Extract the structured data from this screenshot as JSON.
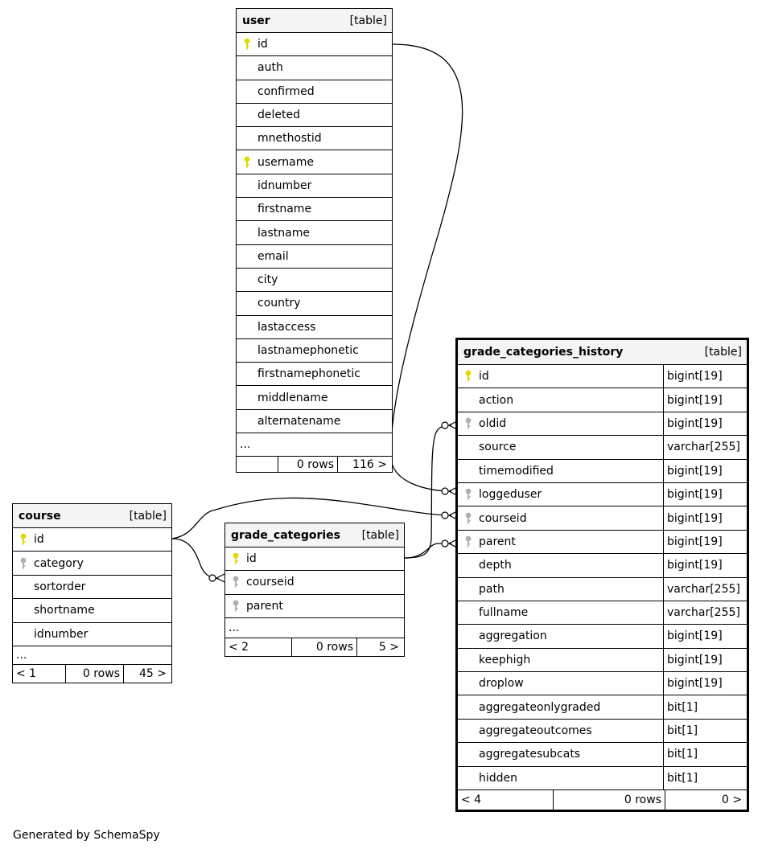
{
  "caption": "Generated by SchemaSpy",
  "colors": {
    "primary_key": "#e0d800",
    "foreign_key": "#b0b0b0",
    "header_bg": "#f4f4f4",
    "line": "#000000"
  },
  "tables": {
    "user": {
      "name": "user",
      "tag": "[table]",
      "columns": [
        {
          "name": "id",
          "key": "pk"
        },
        {
          "name": "auth",
          "key": ""
        },
        {
          "name": "confirmed",
          "key": ""
        },
        {
          "name": "deleted",
          "key": ""
        },
        {
          "name": "mnethostid",
          "key": ""
        },
        {
          "name": "username",
          "key": "pk"
        },
        {
          "name": "idnumber",
          "key": ""
        },
        {
          "name": "firstname",
          "key": ""
        },
        {
          "name": "lastname",
          "key": ""
        },
        {
          "name": "email",
          "key": ""
        },
        {
          "name": "city",
          "key": ""
        },
        {
          "name": "country",
          "key": ""
        },
        {
          "name": "lastaccess",
          "key": ""
        },
        {
          "name": "lastnamephonetic",
          "key": ""
        },
        {
          "name": "firstnamephonetic",
          "key": ""
        },
        {
          "name": "middlename",
          "key": ""
        },
        {
          "name": "alternatename",
          "key": ""
        }
      ],
      "ellipsis": "...",
      "footer": {
        "parents": "",
        "rows": "0 rows",
        "children": "116 >"
      }
    },
    "course": {
      "name": "course",
      "tag": "[table]",
      "columns": [
        {
          "name": "id",
          "key": "pk"
        },
        {
          "name": "category",
          "key": "fk"
        },
        {
          "name": "sortorder",
          "key": ""
        },
        {
          "name": "shortname",
          "key": ""
        },
        {
          "name": "idnumber",
          "key": ""
        }
      ],
      "ellipsis": "...",
      "footer": {
        "parents": "< 1",
        "rows": "0 rows",
        "children": "45 >"
      }
    },
    "grade_categories": {
      "name": "grade_categories",
      "tag": "[table]",
      "columns": [
        {
          "name": "id",
          "key": "pk"
        },
        {
          "name": "courseid",
          "key": "fk"
        },
        {
          "name": "parent",
          "key": "fk"
        }
      ],
      "ellipsis": "...",
      "footer": {
        "parents": "< 2",
        "rows": "0 rows",
        "children": "5 >"
      }
    },
    "grade_categories_history": {
      "name": "grade_categories_history",
      "tag": "[table]",
      "columns": [
        {
          "name": "id",
          "type": "bigint[19]",
          "key": "pk"
        },
        {
          "name": "action",
          "type": "bigint[19]",
          "key": ""
        },
        {
          "name": "oldid",
          "type": "bigint[19]",
          "key": "fk"
        },
        {
          "name": "source",
          "type": "varchar[255]",
          "key": ""
        },
        {
          "name": "timemodified",
          "type": "bigint[19]",
          "key": ""
        },
        {
          "name": "loggeduser",
          "type": "bigint[19]",
          "key": "fk"
        },
        {
          "name": "courseid",
          "type": "bigint[19]",
          "key": "fk"
        },
        {
          "name": "parent",
          "type": "bigint[19]",
          "key": "fk"
        },
        {
          "name": "depth",
          "type": "bigint[19]",
          "key": ""
        },
        {
          "name": "path",
          "type": "varchar[255]",
          "key": ""
        },
        {
          "name": "fullname",
          "type": "varchar[255]",
          "key": ""
        },
        {
          "name": "aggregation",
          "type": "bigint[19]",
          "key": ""
        },
        {
          "name": "keephigh",
          "type": "bigint[19]",
          "key": ""
        },
        {
          "name": "droplow",
          "type": "bigint[19]",
          "key": ""
        },
        {
          "name": "aggregateonlygraded",
          "type": "bit[1]",
          "key": ""
        },
        {
          "name": "aggregateoutcomes",
          "type": "bit[1]",
          "key": ""
        },
        {
          "name": "aggregatesubcats",
          "type": "bit[1]",
          "key": ""
        },
        {
          "name": "hidden",
          "type": "bit[1]",
          "key": ""
        }
      ],
      "footer": {
        "parents": "< 4",
        "rows": "0 rows",
        "children": "0 >"
      }
    }
  }
}
